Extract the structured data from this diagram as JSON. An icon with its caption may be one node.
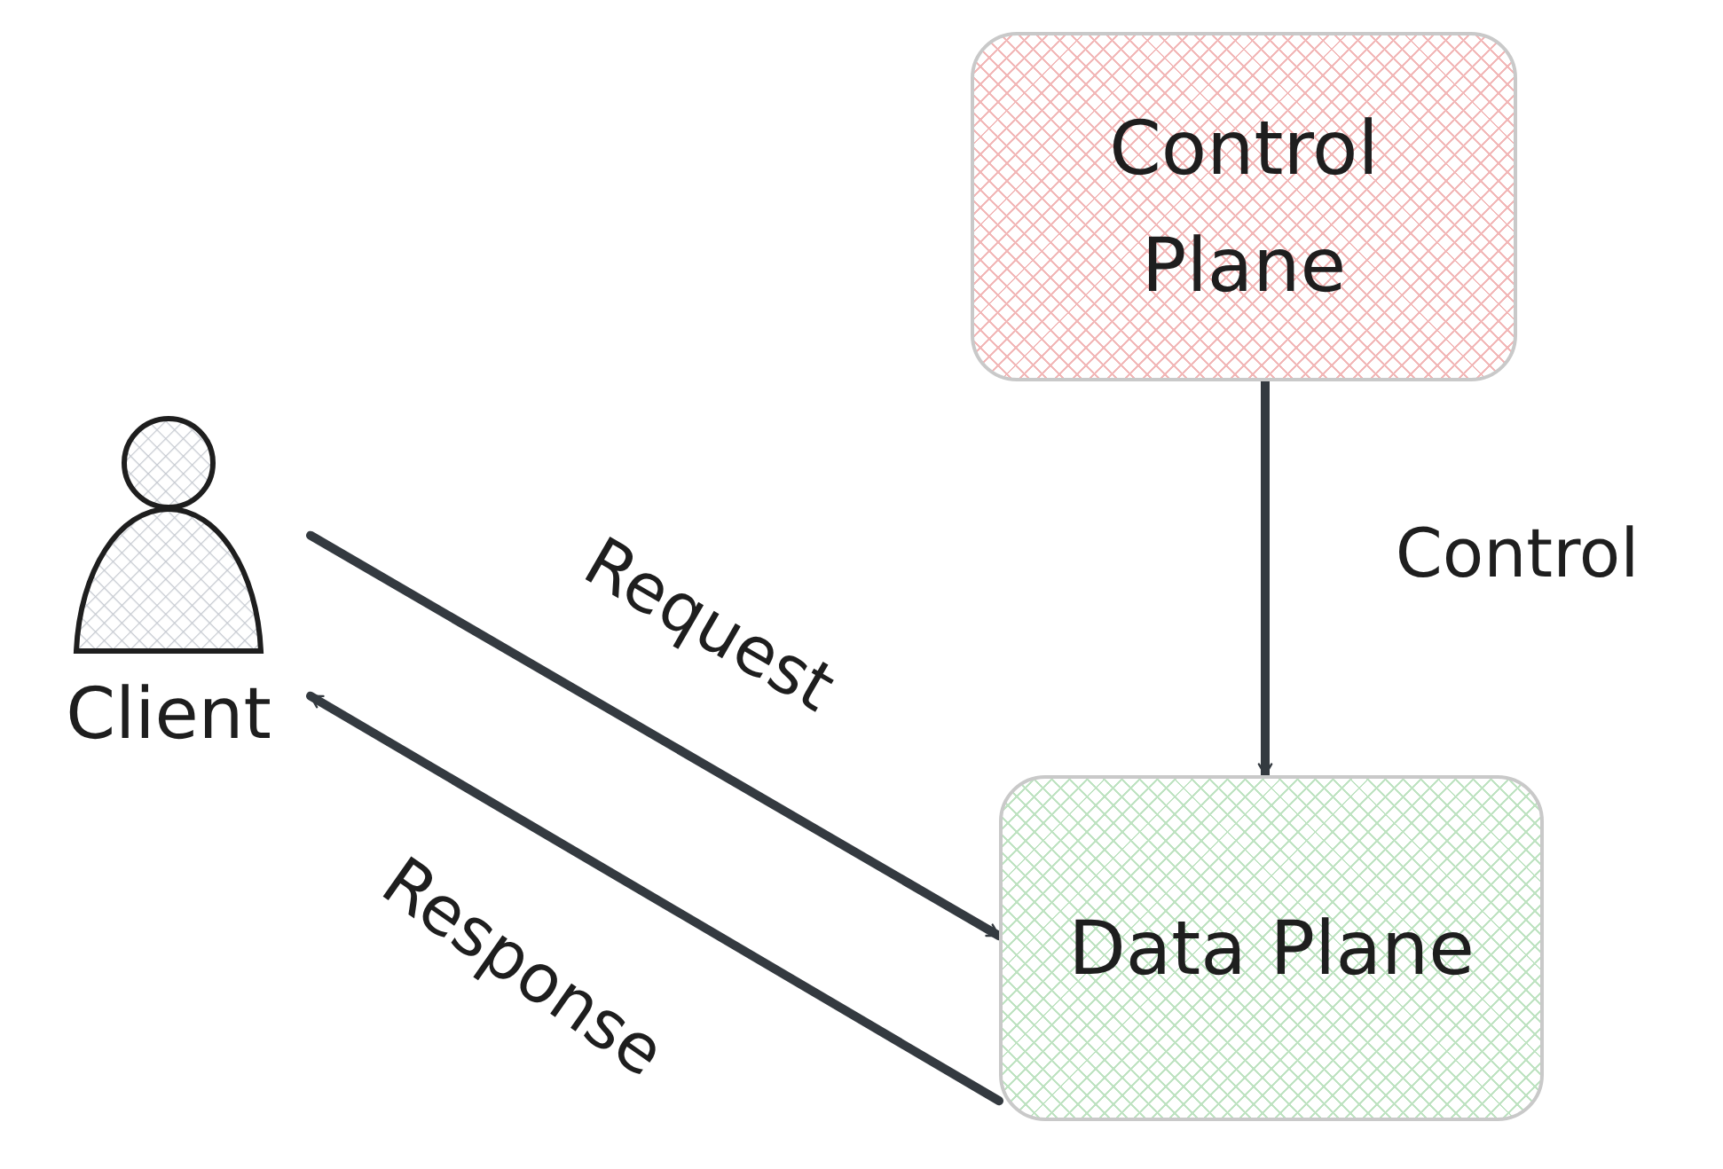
{
  "diagram": {
    "nodes": [
      {
        "text": [
          "Client"
        ]
      },
      {
        "text": [
          "Control Plane"
        ]
      },
      {
        "text": [
          "Data Plane"
        ]
      }
    ],
    "edges": [
      {
        "from": 0,
        "to": 2,
        "arrow": "to",
        "label": "Request"
      },
      {
        "from": 2,
        "to": 0,
        "arrow": "to",
        "label": "Response"
      },
      {
        "from": 1,
        "to": 2,
        "arrow": "to",
        "label": "Control"
      }
    ]
  }
}
